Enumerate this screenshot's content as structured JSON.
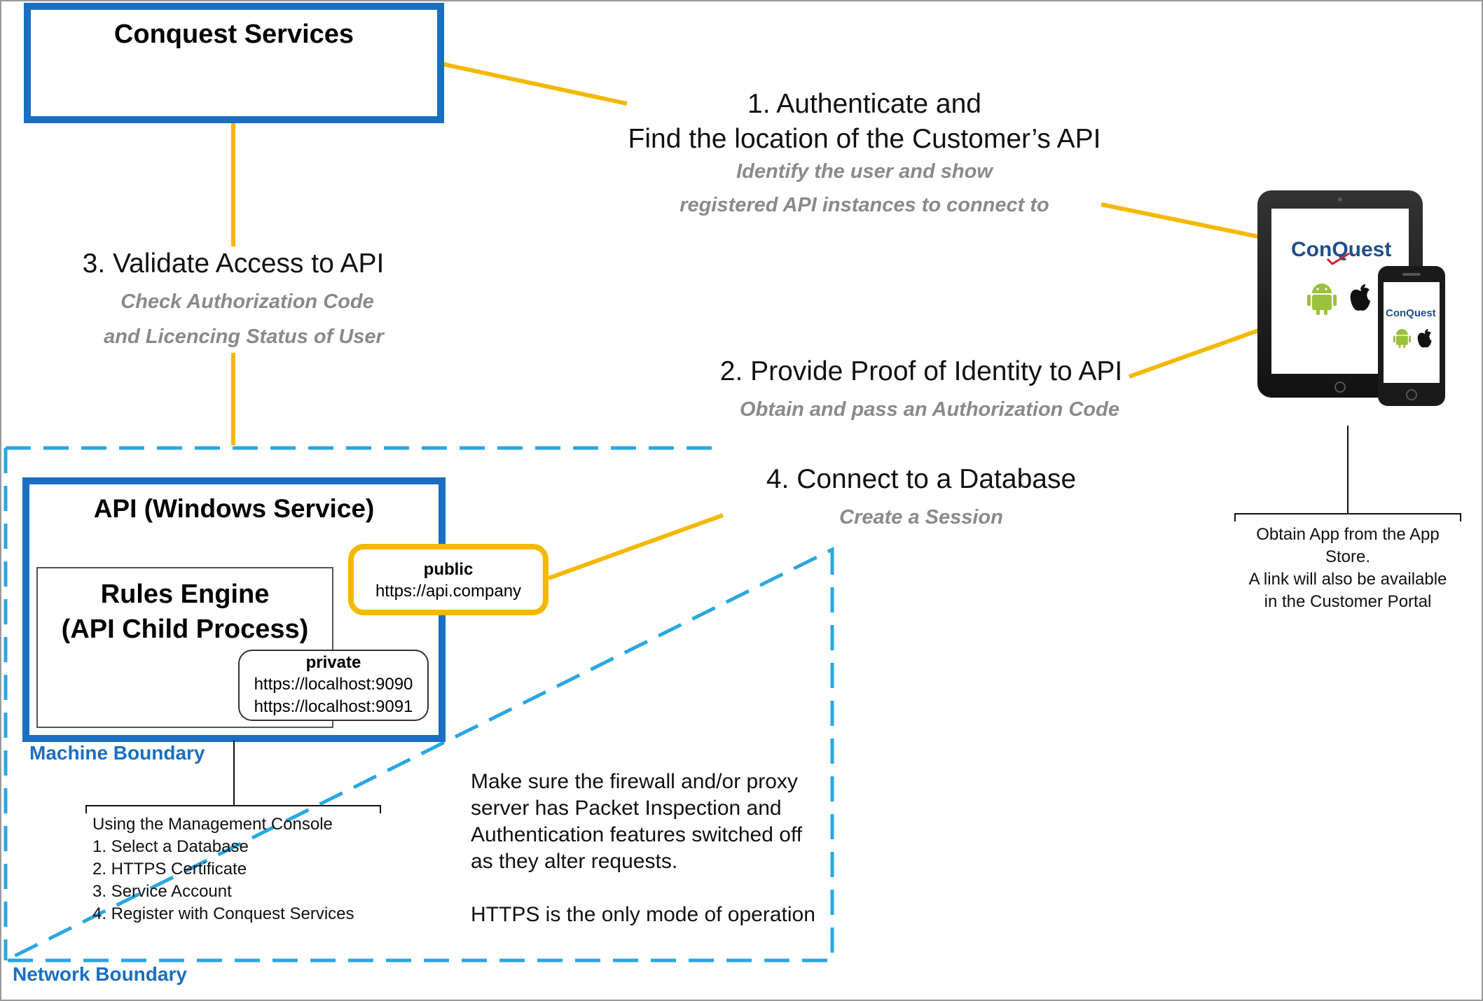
{
  "conquest_services": {
    "title": "Conquest Services"
  },
  "step1": {
    "title_line1": "1. Authenticate and",
    "title_line2": "Find the location of the Customer’s API",
    "sub_line1": "Identify the user and show",
    "sub_line2": "registered API instances to connect to"
  },
  "step2": {
    "title": "2. Provide Proof of Identity to API",
    "sub": "Obtain and pass an Authorization Code"
  },
  "step3": {
    "title": "3. Validate Access to API",
    "sub_line1": "Check Authorization Code",
    "sub_line2": "and Licencing Status of User"
  },
  "step4": {
    "title": "4. Connect to a Database",
    "sub": "Create a Session"
  },
  "api_box": {
    "title": "API (Windows Service)"
  },
  "rules_engine": {
    "line1": "Rules Engine",
    "line2": "(API Child Process)"
  },
  "public_endpoint": {
    "label": "public",
    "url": "https://api.company"
  },
  "private_endpoint": {
    "label": "private",
    "url1": "https://localhost:9090",
    "url2": "https://localhost:9091"
  },
  "boundaries": {
    "machine": "Machine Boundary",
    "network": "Network Boundary"
  },
  "management_console": {
    "heading": "Using the Management Console",
    "items": [
      "1. Select a Database",
      "2. HTTPS Certificate",
      "3. Service Account",
      "4. Register with Conquest Services"
    ]
  },
  "firewall_note": {
    "line1": "Make sure the firewall and/or proxy",
    "line2": "server has Packet Inspection and",
    "line3": "Authentication features switched off",
    "line4": "as they alter requests.",
    "line5": "HTTPS is the only mode of operation"
  },
  "app_store_note": {
    "line1": "Obtain App from the App",
    "line2": "Store.",
    "line3": "A link will also be available",
    "line4": "in the Customer Portal"
  },
  "devices": {
    "logo_text": "ConQuest"
  },
  "colors": {
    "blue": "#1a6fc2",
    "gold": "#f5b800",
    "dash_blue": "#2aa7e0",
    "grey_text": "#8a8a8a"
  }
}
